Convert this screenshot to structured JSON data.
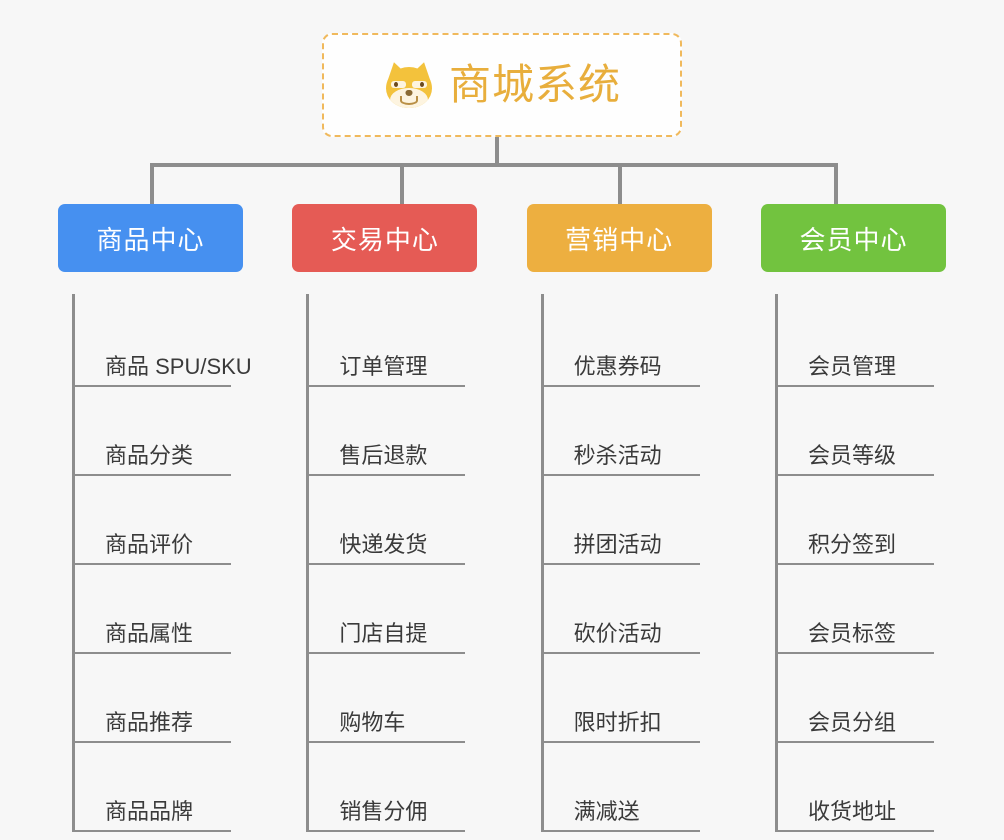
{
  "background_color": "#f7f7f7",
  "root": {
    "icon": "dog-face-emoji",
    "title": "商城系统",
    "title_color": "#e8ae3c",
    "border_color": "#f0b95c"
  },
  "connector_color": "#8d8d8d",
  "columns": [
    {
      "header": "商品中心",
      "color": "#4690f0",
      "items": [
        "商品 SPU/SKU",
        "商品分类",
        "商品评价",
        "商品属性",
        "商品推荐",
        "商品品牌"
      ]
    },
    {
      "header": "交易中心",
      "color": "#e55b55",
      "items": [
        "订单管理",
        "售后退款",
        "快递发货",
        "门店自提",
        "购物车",
        "销售分佣"
      ]
    },
    {
      "header": "营销中心",
      "color": "#edaf40",
      "items": [
        "优惠券码",
        "秒杀活动",
        "拼团活动",
        "砍价活动",
        "限时折扣",
        "满减送"
      ]
    },
    {
      "header": "会员中心",
      "color": "#72c33f",
      "items": [
        "会员管理",
        "会员等级",
        "积分签到",
        "会员标签",
        "会员分组",
        "收货地址"
      ]
    }
  ]
}
